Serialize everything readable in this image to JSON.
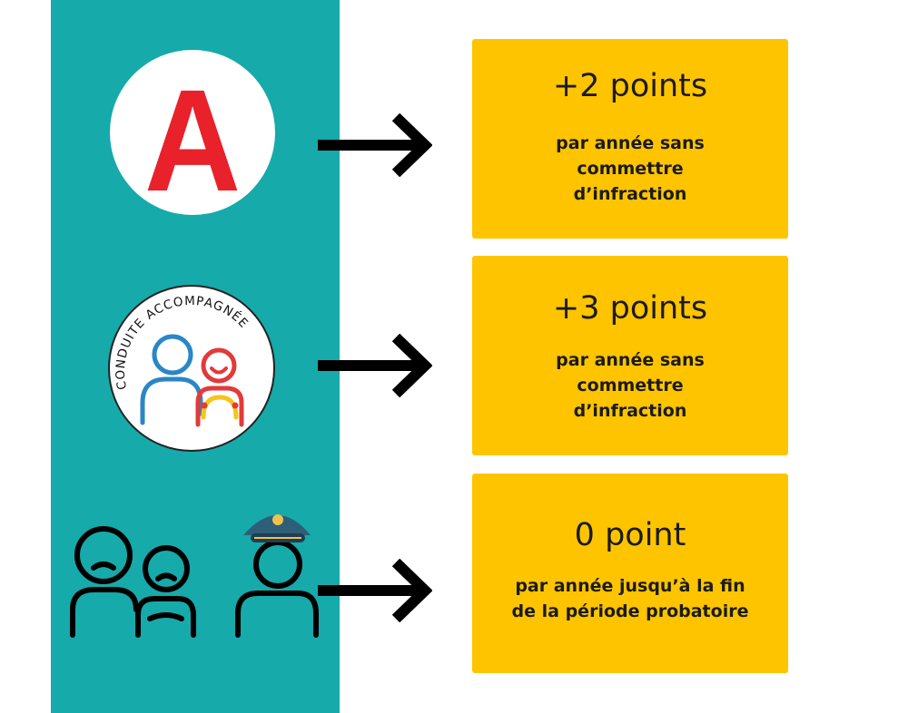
{
  "badges": {
    "new_driver_letter": "A",
    "accompanied_text": "CONDUITE ACCOMPAGNÉE"
  },
  "cards": [
    {
      "title": "+2 points",
      "lines": [
        "par année sans",
        "commettre",
        "d’infraction"
      ]
    },
    {
      "title": "+3 points",
      "lines": [
        "par année sans",
        "commettre",
        "d’infraction"
      ]
    },
    {
      "title": "0 point",
      "lines": [
        "par année jusqu’à la fin",
        "de la période probatoire"
      ]
    }
  ],
  "colors": {
    "panel": "#16aaaa",
    "card": "#ffc400",
    "letter_red": "#e8212b",
    "arrow": "#000000"
  },
  "icons": [
    "arrow-right-icon",
    "sad-people-icon",
    "police-officer-icon"
  ]
}
